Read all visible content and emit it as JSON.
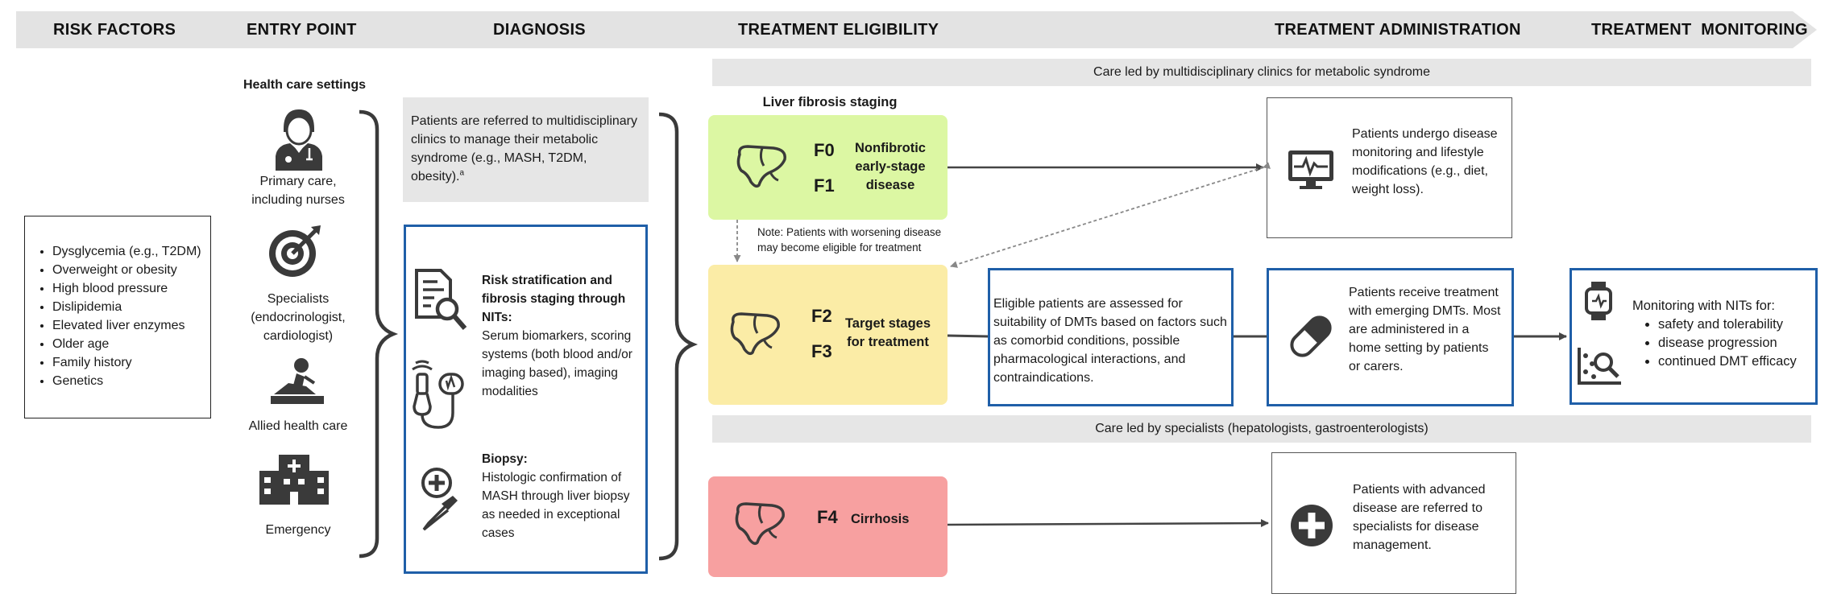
{
  "headers": {
    "risk_factors": "RISK FACTORS",
    "entry_point": "ENTRY POINT",
    "diagnosis": "DIAGNOSIS",
    "treatment_eligibility": "TREATMENT ELIGIBILITY",
    "treatment_administration": "TREATMENT ADMINISTRATION",
    "treatment_monitoring": "TREATMENT  MONITORING"
  },
  "risk_factors": [
    "Dysglycemia (e.g., T2DM)",
    "Overweight or obesity",
    "High blood pressure",
    "Dislipidemia",
    "Elevated liver enzymes",
    "Older age",
    "Family history",
    "Genetics"
  ],
  "entry_point": {
    "title": "Health care settings",
    "settings": {
      "primary_care": "Primary care, including nurses",
      "specialists": "Specialists (endocrinologist, cardiologist)",
      "allied": "Allied health care",
      "emergency": "Emergency"
    }
  },
  "diagnosis": {
    "referral_text": "Patients are referred to multidisciplinary clinics to manage their metabolic syndrome (e.g., MASH, T2DM, obesity).",
    "referral_sup": "a",
    "risk_title": "Risk stratification and fibrosis staging through NITs:",
    "risk_body": "Serum biomarkers, scoring systems (both blood and/or imaging based), imaging modalities",
    "biopsy_title": "Biopsy:",
    "biopsy_body": "Histologic confirmation of MASH through liver biopsy as needed in exceptional cases"
  },
  "bands": {
    "top": "Care led by multidisciplinary clinics for metabolic syndrome",
    "bottom": "Care led by specialists (hepatologists, gastroenterologists)"
  },
  "staging": {
    "title": "Liver fibrosis staging",
    "f0": "F0",
    "f1": "F1",
    "early_label": "Nonfibrotic early-stage disease",
    "f2": "F2",
    "f3": "F3",
    "target_label": "Target stages for treatment",
    "f4": "F4",
    "cirrhosis_label": "Cirrhosis",
    "note": "Note: Patients with worsening disease may become eligible for treatment"
  },
  "eligibility_text": "Eligible patients are assessed for suitability of DMTs based on factors such as comorbid conditions, possible pharmacological interactions, and contraindications.",
  "monitoring_lifestyle_text": "Patients undergo disease monitoring and lifestyle modifications (e.g., diet, weight loss).",
  "administration_text": "Patients receive treatment with emerging DMTs. Most are administered in a home setting by patients or carers.",
  "advanced_text": "Patients with advanced disease are referred to specialists for disease management.",
  "monitoring": {
    "title": "Monitoring with NITs for:",
    "items": [
      "safety and tolerability",
      "disease progression",
      "continued DMT efficacy"
    ]
  },
  "colors": {
    "blue_border": "#1f5fa8",
    "green_stage": "#dcf7a3",
    "yellow_stage": "#fbeca6",
    "red_stage": "#f7a0a0",
    "icon_dark": "#3a3a3a",
    "band_gray": "#e6e6e6"
  },
  "icons": [
    "doctor-icon",
    "target-icon",
    "therapist-icon",
    "hospital-icon",
    "document-search-icon",
    "ultrasound-icon",
    "biopsy-icon",
    "liver-icon",
    "monitor-icon",
    "pill-icon",
    "medical-cross-icon",
    "smartwatch-icon",
    "chart-search-icon"
  ]
}
